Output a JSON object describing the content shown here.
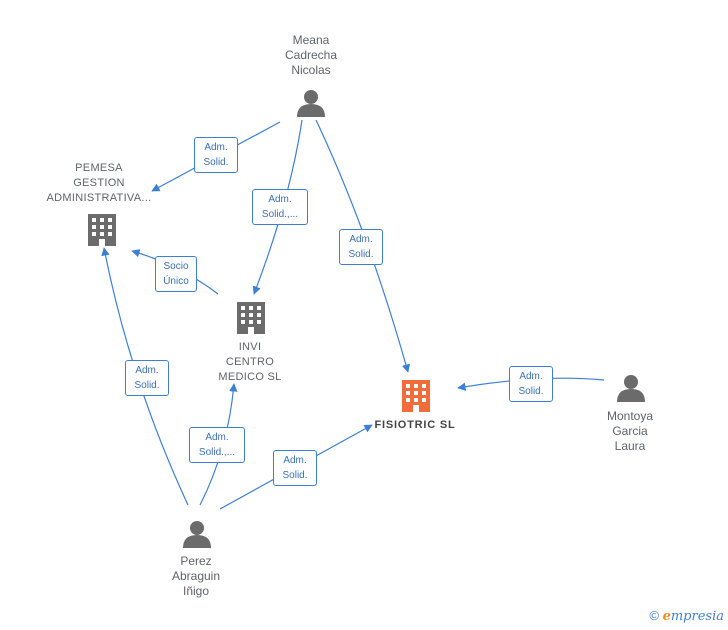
{
  "nodes": {
    "meana": {
      "label": "Meana\nCadrecha\nNicolas"
    },
    "pemesa": {
      "label": "PEMESA\nGESTION\nADMINISTRATIVA..."
    },
    "invi": {
      "label": "INVI\nCENTRO\nMEDICO SL"
    },
    "fisiotric": {
      "label": "FISIOTRIC  SL"
    },
    "montoya": {
      "label": "Montoya\nGarcia\nLaura"
    },
    "perez": {
      "label": "Perez\nAbraguin\nIñigo"
    }
  },
  "edges": [
    {
      "id": "meana-pemesa",
      "label": "Adm.\nSolid."
    },
    {
      "id": "meana-invi",
      "label": "Adm.\nSolid.,..."
    },
    {
      "id": "meana-fisiotric",
      "label": "Adm.\nSolid."
    },
    {
      "id": "invi-pemesa",
      "label": "Socio\nÚnico"
    },
    {
      "id": "perez-pemesa",
      "label": "Adm.\nSolid."
    },
    {
      "id": "perez-invi",
      "label": "Adm.\nSolid.,..."
    },
    {
      "id": "perez-fisiotric",
      "label": "Adm.\nSolid."
    },
    {
      "id": "montoya-fisiotric",
      "label": "Adm.\nSolid."
    }
  ],
  "colors": {
    "edge": "#3d7fd6",
    "person": "#6b6b6b",
    "company": "#6b6b6b",
    "highlight": "#f26b3a"
  },
  "footer": {
    "copyright": "©",
    "brand_e": "e",
    "brand_rest": "mpresia"
  }
}
